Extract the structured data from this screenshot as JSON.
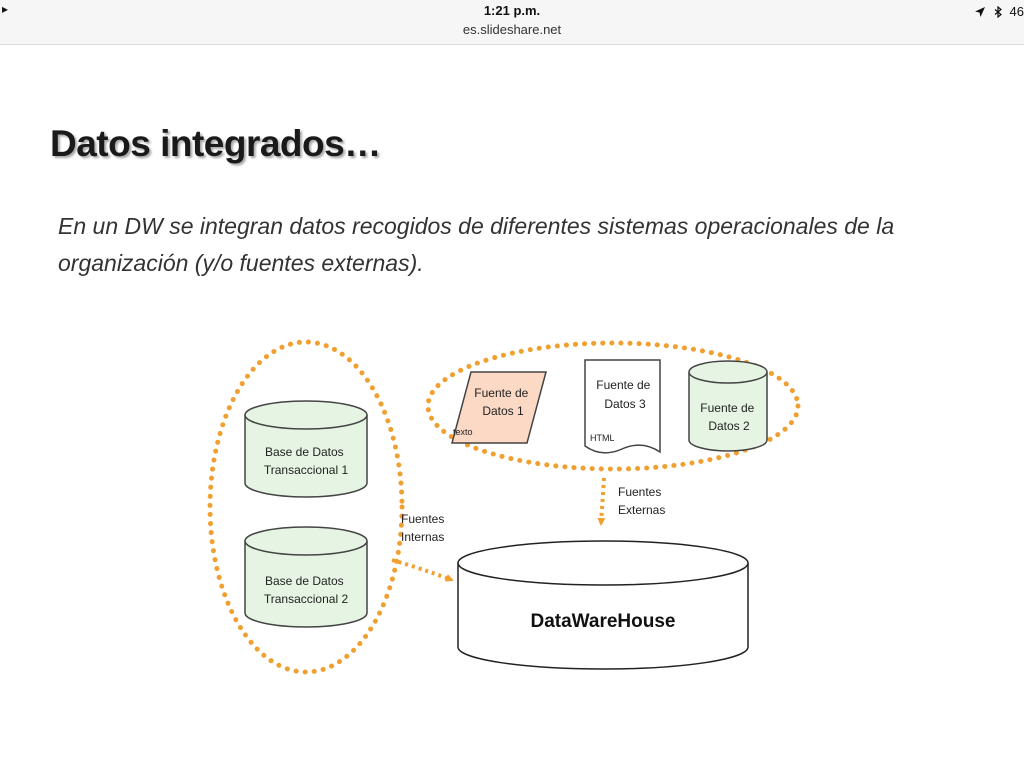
{
  "status_bar": {
    "time": "1:21 p.m.",
    "url": "es.slideshare.net",
    "left_glyph": "▸",
    "right_text": "46",
    "icons": [
      "location-arrow-icon",
      "bluetooth-icon"
    ]
  },
  "slide": {
    "title": "Datos integrados…",
    "body": "En un DW se integran datos recogidos de diferentes sistemas operacionales de la organización (y/o fuentes externas)."
  },
  "diagram": {
    "colors": {
      "dotted_outline": "#f0a030",
      "cylinder_fill": "#e6f5e3",
      "parallelogram_fill": "#fbd9c5",
      "stroke": "#444444"
    },
    "internal_sources": [
      {
        "line1": "Base de Datos",
        "line2": "Transaccional 1"
      },
      {
        "line1": "Base de Datos",
        "line2": "Transaccional 2"
      }
    ],
    "external_sources": {
      "fuente1": {
        "line1": "Fuente de",
        "line2": "Datos 1",
        "tag": "texto"
      },
      "fuente3": {
        "line1": "Fuente de",
        "line2": "Datos 3",
        "tag": "HTML"
      },
      "fuente2": {
        "line1": "Fuente de",
        "line2": "Datos 2"
      }
    },
    "label_internas": {
      "line1": "Fuentes",
      "line2": "Internas"
    },
    "label_externas": {
      "line1": "Fuentes",
      "line2": "Externas"
    },
    "warehouse": "DataWareHouse"
  }
}
